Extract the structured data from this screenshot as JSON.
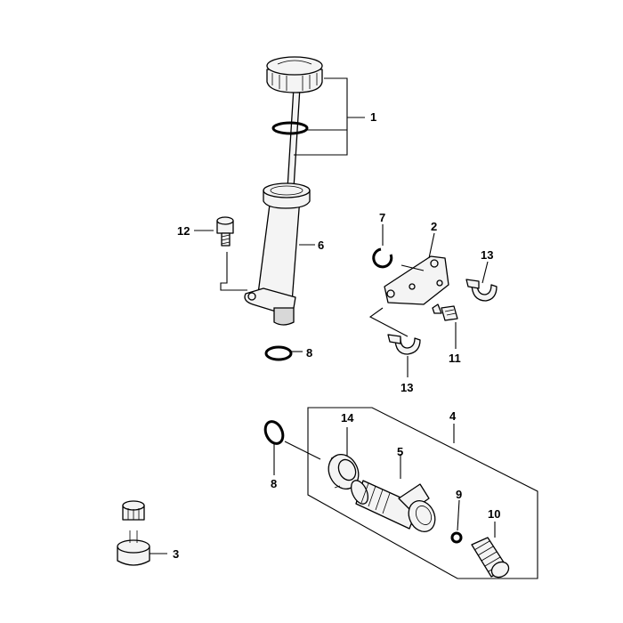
{
  "diagram": {
    "callouts": {
      "c1": "1",
      "c2": "2",
      "c3": "3",
      "c4": "4",
      "c5": "5",
      "c6": "6",
      "c7": "7",
      "c8a": "8",
      "c8b": "8",
      "c9": "9",
      "c10": "10",
      "c11": "11",
      "c12": "12",
      "c13a": "13",
      "c13b": "13",
      "c14": "14"
    }
  }
}
